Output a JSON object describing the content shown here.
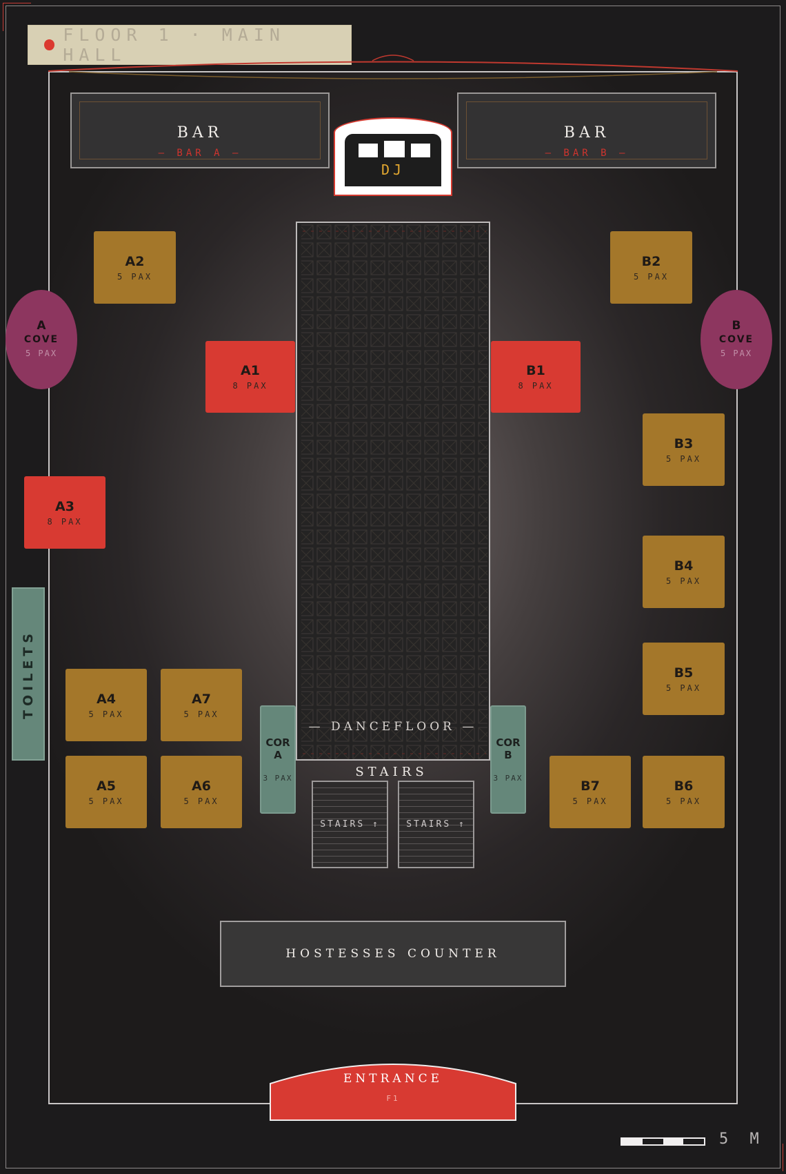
{
  "header": {
    "floor_label": "FLOOR 1 · MAIN HALL"
  },
  "colors": {
    "gold": "#a4772a",
    "red": "#d83a32",
    "green": "#65877a",
    "plum": "#8d365f",
    "accent": "#db3a30"
  },
  "bars": [
    {
      "title": "BAR",
      "sub": "— BAR A —"
    },
    {
      "title": "BAR",
      "sub": "— BAR B —"
    }
  ],
  "dj": {
    "label": "DJ"
  },
  "dancefloor": {
    "label": "— DANCEFLOOR —"
  },
  "tables": {
    "A1": {
      "name": "A1",
      "pax": "8 PAX"
    },
    "A2": {
      "name": "A2",
      "pax": "5 PAX"
    },
    "A3": {
      "name": "A3",
      "pax": "8 PAX"
    },
    "A4": {
      "name": "A4",
      "pax": "5 PAX"
    },
    "A5": {
      "name": "A5",
      "pax": "5 PAX"
    },
    "A6": {
      "name": "A6",
      "pax": "5 PAX"
    },
    "A7": {
      "name": "A7",
      "pax": "5 PAX"
    },
    "B1": {
      "name": "B1",
      "pax": "8 PAX"
    },
    "B2": {
      "name": "B2",
      "pax": "5 PAX"
    },
    "B3": {
      "name": "B3",
      "pax": "5 PAX"
    },
    "B4": {
      "name": "B4",
      "pax": "5 PAX"
    },
    "B5": {
      "name": "B5",
      "pax": "5 PAX"
    },
    "B6": {
      "name": "B6",
      "pax": "5 PAX"
    },
    "B7": {
      "name": "B7",
      "pax": "5 PAX"
    }
  },
  "coves": {
    "A": {
      "letter": "A",
      "word": "COVE",
      "pax": "5 PAX"
    },
    "B": {
      "letter": "B",
      "word": "COVE",
      "pax": "5 PAX"
    }
  },
  "corners": {
    "A": {
      "line1": "COR",
      "line2": "A",
      "pax": "3 PAX"
    },
    "B": {
      "line1": "COR",
      "line2": "B",
      "pax": "3 PAX"
    }
  },
  "toilets": {
    "label": "TOILETS"
  },
  "stairs": {
    "title": "STAIRS",
    "left": "STAIRS ↑",
    "right": "STAIRS ↑"
  },
  "hostesses": {
    "label": "HOSTESSES COUNTER"
  },
  "entrance": {
    "title": "ENTRANCE",
    "sub": "F1"
  },
  "scale": {
    "label": "5 M"
  }
}
